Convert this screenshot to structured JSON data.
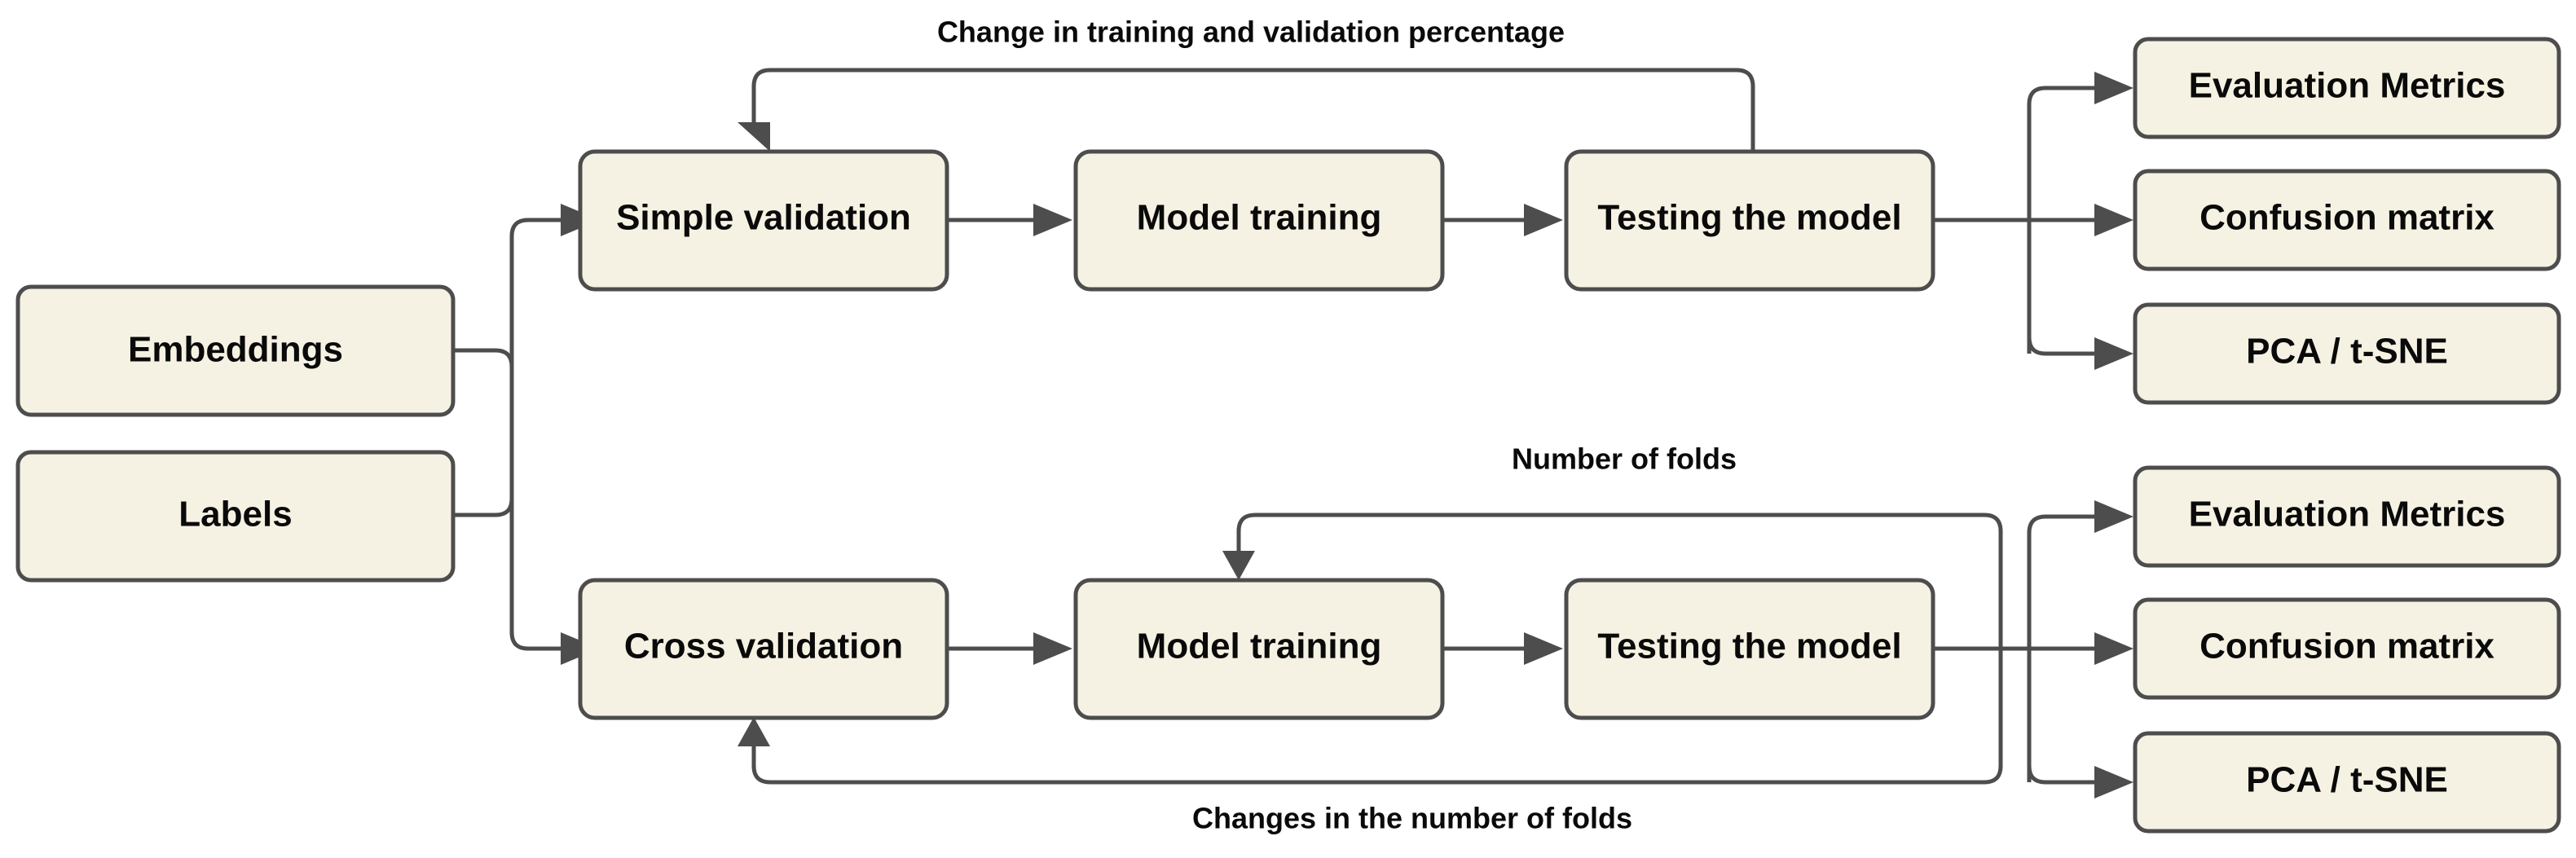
{
  "diagram": {
    "title_hidden": "",
    "theme": {
      "node_fill": "#f5f2e3",
      "node_border": "#4d4d4d",
      "edge_color": "#4d4d4d",
      "text_color": "#0a0a0a",
      "background": "#ffffff"
    },
    "inputs": [
      {
        "id": "embeddings",
        "label": "Embeddings"
      },
      {
        "id": "labels",
        "label": "Labels"
      }
    ],
    "branches": [
      {
        "id": "simple",
        "steps": [
          {
            "id": "simple-validation",
            "label": "Simple validation"
          },
          {
            "id": "simple-model-training",
            "label": "Model training"
          },
          {
            "id": "simple-testing",
            "label": "Testing the model"
          }
        ],
        "feedback_label": "Change in training and validation percentage",
        "outputs": [
          {
            "id": "simple-evaluation-metrics",
            "label": "Evaluation Metrics"
          },
          {
            "id": "simple-confusion-matrix",
            "label": "Confusion matrix"
          },
          {
            "id": "simple-pca-tsne",
            "label": "PCA / t-SNE"
          }
        ]
      },
      {
        "id": "cross",
        "steps": [
          {
            "id": "cross-validation",
            "label": "Cross validation"
          },
          {
            "id": "cross-model-training",
            "label": "Model training"
          },
          {
            "id": "cross-testing",
            "label": "Testing the model"
          }
        ],
        "feedback_label_top": "Number of folds",
        "feedback_label_bottom": "Changes in the number of folds",
        "outputs": [
          {
            "id": "cross-evaluation-metrics",
            "label": "Evaluation Metrics"
          },
          {
            "id": "cross-confusion-matrix",
            "label": "Confusion matrix"
          },
          {
            "id": "cross-pca-tsne",
            "label": "PCA / t-SNE"
          }
        ]
      }
    ]
  }
}
